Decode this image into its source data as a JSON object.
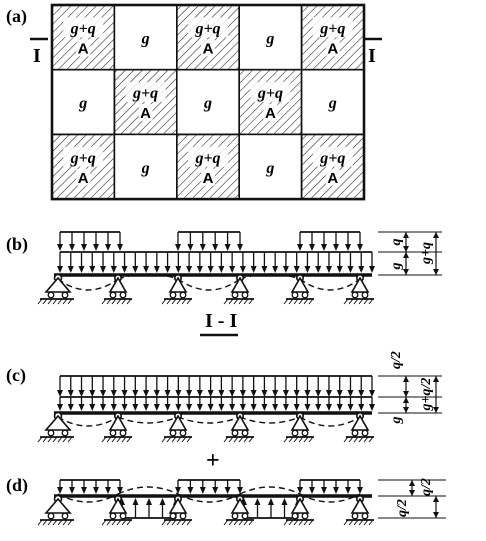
{
  "panels": {
    "a": "(a)",
    "b": "(b)",
    "c": "(c)",
    "d": "(d)"
  },
  "grid": {
    "rows": [
      [
        "g+q",
        "g",
        "g+q",
        "g",
        "g+q"
      ],
      [
        "g",
        "g+q",
        "g",
        "g+q",
        "g"
      ],
      [
        "g+q",
        "g",
        "g+q",
        "g",
        "g+q"
      ]
    ],
    "loaded_mark": "A",
    "section_left": "I",
    "section_right": "I"
  },
  "section_title": "I - I",
  "plus": "+",
  "dims": {
    "b": [
      "q",
      "g",
      "g+q"
    ],
    "c": [
      "q/2",
      "g",
      "g+q/2"
    ],
    "d": [
      "q/2",
      "q/2"
    ]
  }
}
